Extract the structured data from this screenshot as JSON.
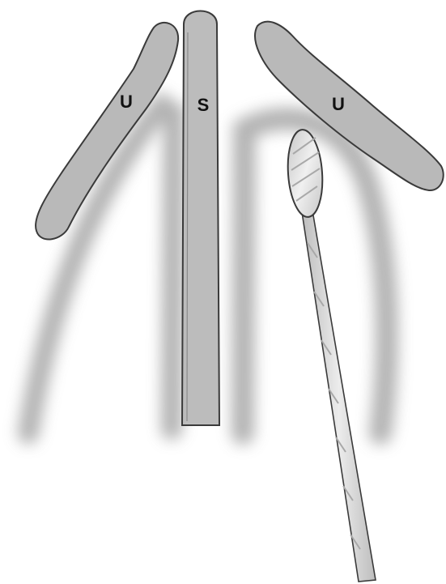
{
  "diagram": {
    "labels": {
      "left": "U",
      "center": "S",
      "right": "U"
    },
    "colors": {
      "structure_fill": "#b9b9b9",
      "structure_stroke": "#3a3a3a",
      "shadow": "#9a9a9a",
      "swab_tip_fill": "#d3d3d3",
      "swab_stick_fill": "#cfcfcf",
      "background": "#ffffff"
    }
  }
}
